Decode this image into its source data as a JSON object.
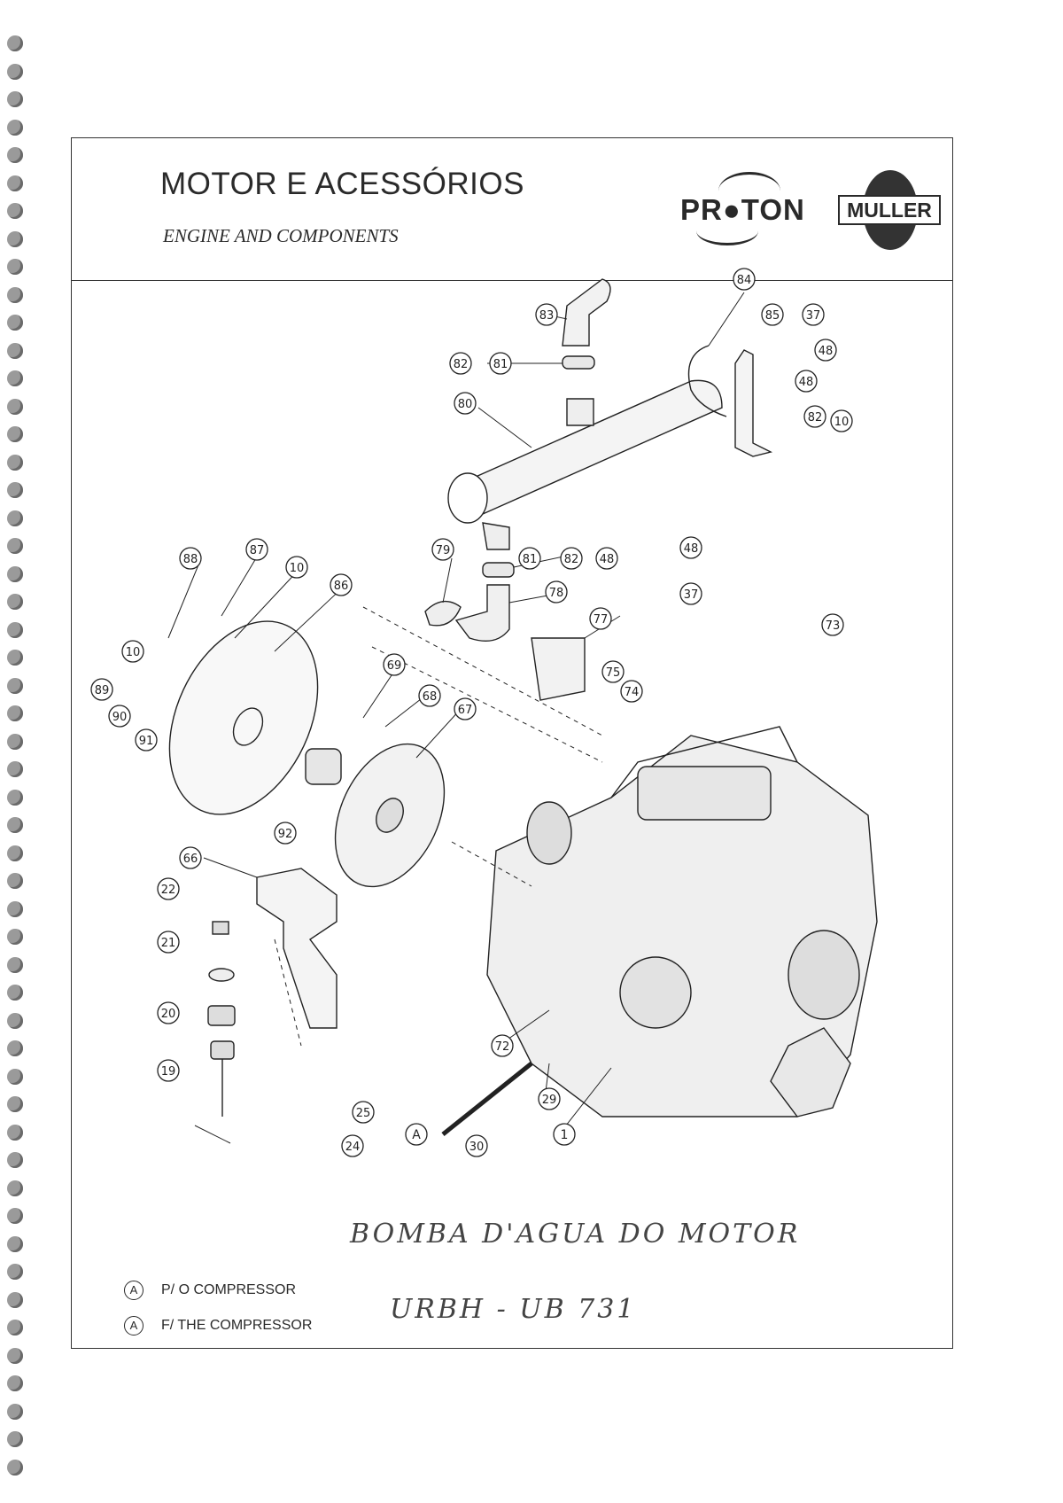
{
  "header": {
    "title": "MOTOR E ACESSÓRIOS",
    "subtitle": "ENGINE AND COMPONENTS",
    "logo_proton": "PR●TON",
    "logo_muller": "MULLER"
  },
  "callouts": [
    "84",
    "83",
    "85",
    "37",
    "48",
    "82",
    "81",
    "48",
    "82",
    "80",
    "10",
    "88",
    "87",
    "10",
    "86",
    "79",
    "81",
    "82",
    "48",
    "48",
    "37",
    "78",
    "77",
    "73",
    "10",
    "69",
    "68",
    "89",
    "90",
    "91",
    "67",
    "75",
    "74",
    "92",
    "66",
    "22",
    "21",
    "20",
    "19",
    "72",
    "29",
    "25",
    "24",
    "1",
    "30",
    "A"
  ],
  "handwritten": {
    "line1": "BOMBA D'AGUA DO MOTOR",
    "line2": "URBH - UB 731"
  },
  "notes": [
    {
      "mark": "A",
      "text": "P/ O COMPRESSOR"
    },
    {
      "mark": "A",
      "text": "F/ THE COMPRESSOR"
    }
  ]
}
